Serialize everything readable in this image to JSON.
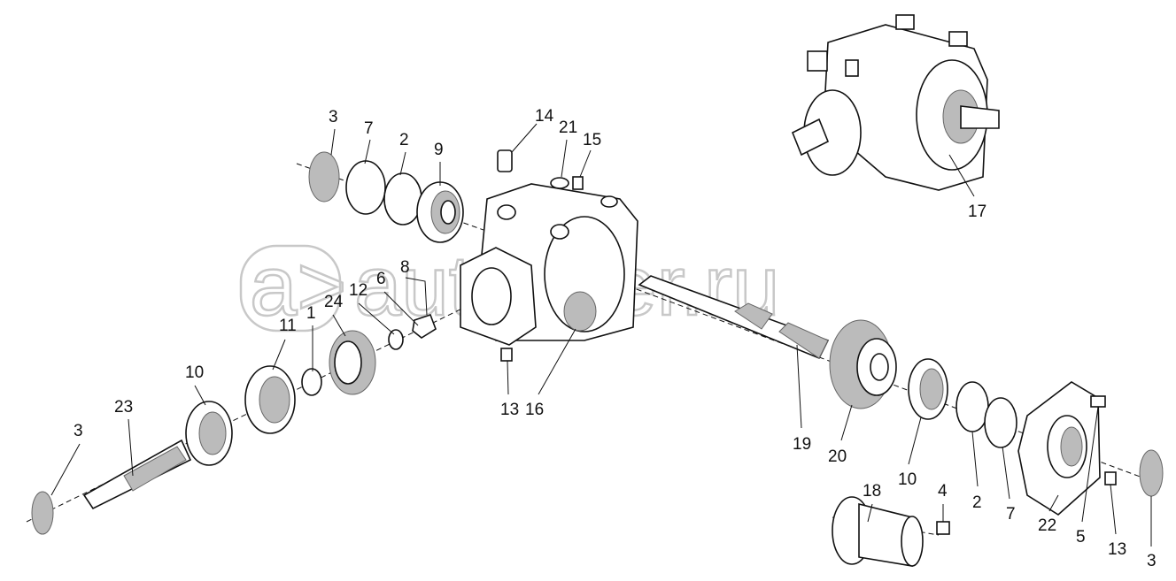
{
  "watermark": {
    "brand": "a>",
    "text": "autopiter.ru"
  },
  "callouts": [
    "3",
    "7",
    "2",
    "9",
    "14",
    "21",
    "15",
    "17",
    "8",
    "6",
    "12",
    "24",
    "1",
    "11",
    "10",
    "23",
    "3",
    "13",
    "16",
    "19",
    "20",
    "10",
    "18",
    "4",
    "2",
    "7",
    "22",
    "5",
    "13",
    "3"
  ]
}
